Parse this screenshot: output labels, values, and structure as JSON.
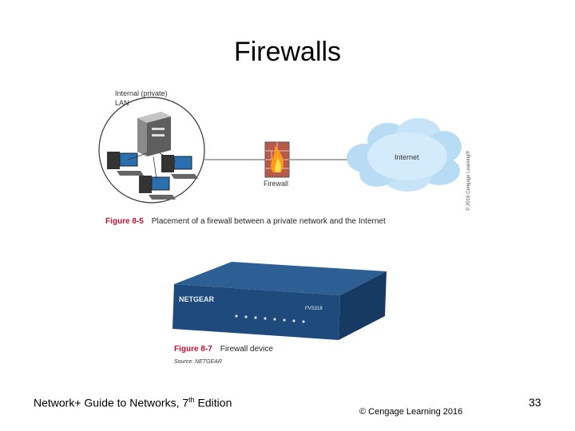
{
  "slide": {
    "title": "Firewalls"
  },
  "figure_8_5": {
    "lan_label_line1": "Internal (private)",
    "lan_label_line2": "LAN",
    "firewall_label": "Firewall",
    "internet_label": "Internet",
    "figure_number": "Figure 8-5",
    "caption": "Placement of a firewall between a private network and the Internet",
    "copyright_vertical": "© 2016 Cengage Learning®"
  },
  "figure_8_7": {
    "device_brand": "NETGEAR",
    "device_model": "FVS318",
    "figure_number": "Figure 8-7",
    "caption": "Firewall device",
    "source": "Source: NETGEAR"
  },
  "footer": {
    "book_prefix": "Network+ Guide to Networks, 7",
    "book_sup": "th",
    "book_suffix": " Edition",
    "copyright": "© Cengage Learning 2016",
    "page_number": "33"
  }
}
